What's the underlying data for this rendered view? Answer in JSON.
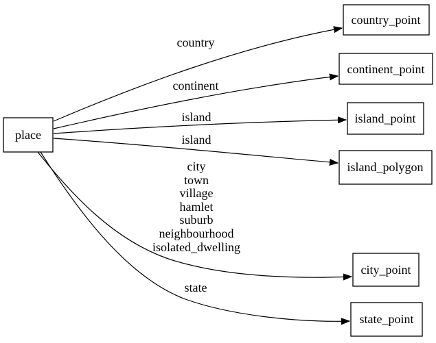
{
  "graph": {
    "background_color": "#ffffff",
    "stroke_color": "#000000",
    "text_color": "#000000",
    "nodes": [
      {
        "id": "place",
        "label": "place"
      },
      {
        "id": "country_point",
        "label": "country_point"
      },
      {
        "id": "continent_point",
        "label": "continent_point"
      },
      {
        "id": "island_point",
        "label": "island_point"
      },
      {
        "id": "island_polygon",
        "label": "island_polygon"
      },
      {
        "id": "city_point",
        "label": "city_point"
      },
      {
        "id": "state_point",
        "label": "state_point"
      }
    ],
    "edges": [
      {
        "from": "place",
        "to": "country_point",
        "labels": [
          "country"
        ]
      },
      {
        "from": "place",
        "to": "continent_point",
        "labels": [
          "continent"
        ]
      },
      {
        "from": "place",
        "to": "island_point",
        "labels": [
          "island"
        ]
      },
      {
        "from": "place",
        "to": "island_polygon",
        "labels": [
          "island"
        ]
      },
      {
        "from": "place",
        "to": "city_point",
        "labels": [
          "city",
          "town",
          "village",
          "hamlet",
          "suburb",
          "neighbourhood",
          "isolated_dwelling"
        ]
      },
      {
        "from": "place",
        "to": "state_point",
        "labels": [
          "state"
        ]
      }
    ]
  }
}
